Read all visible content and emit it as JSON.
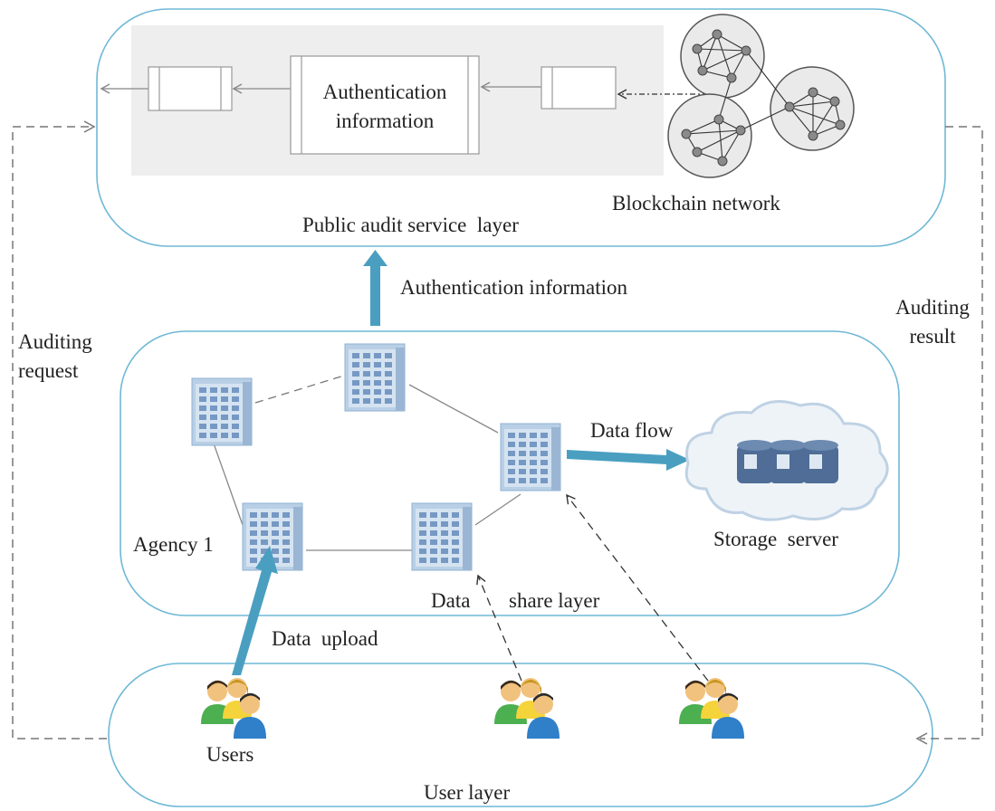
{
  "layers": {
    "public_audit": "Public audit service  layer",
    "data_share_word1": "Data",
    "data_share_word2": "share layer",
    "user": "User layer"
  },
  "labels": {
    "auth_info_box_line1": "Authentication",
    "auth_info_box_line2": "information",
    "blockchain": "Blockchain network",
    "auth_info_arrow": "Authentication information",
    "auditing_request_line1": "Auditing",
    "auditing_request_line2": "request",
    "auditing_result_line1": "Auditing",
    "auditing_result_line2": "result",
    "data_flow": "Data flow",
    "agency": "Agency 1",
    "storage_server": "Storage  server",
    "data_upload": "Data  upload",
    "users": "Users"
  },
  "colors": {
    "layer_border": "#6fb8d6",
    "arrow_fill": "#4a9fc0",
    "building_main": "#a9c3df",
    "building_windows": "#6f94c2",
    "cloud_fill": "#eef3f8",
    "grey_panel": "#eeeeee",
    "dashed_line": "#777777"
  }
}
